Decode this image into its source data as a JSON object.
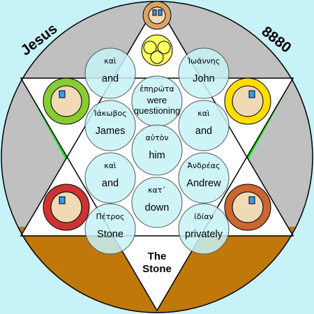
{
  "corner_labels": {
    "left": "Jesus",
    "right": "8880"
  },
  "bottom_label": {
    "line1": "The",
    "line2": "Stone"
  },
  "words": [
    {
      "greek": "καὶ",
      "english": "and"
    },
    {
      "greek": "Ἰωάννης",
      "english": "John"
    },
    {
      "greek": "ἐπηρώτα",
      "english": "were",
      "english2": "questioning"
    },
    {
      "greek": "Ἰάκωβος",
      "english": "James"
    },
    {
      "greek": "καὶ",
      "english": "and"
    },
    {
      "greek": "αὐτὸν",
      "english": "him"
    },
    {
      "greek": "καὶ",
      "english": "and"
    },
    {
      "greek": "Ἀνδρέας",
      "english": "Andrew"
    },
    {
      "greek": "κατ᾽",
      "english": "down"
    },
    {
      "greek": "Πέτρος",
      "english": "Stone"
    },
    {
      "greek": "ἰδίαν",
      "english": "privately"
    }
  ],
  "colors": {
    "sky": "#c7f2f7",
    "grey": "#c0c0c0",
    "green": "#00ee00",
    "ground": "#c0780a",
    "circle_fill": "#c7f2f7",
    "white": "#ffffff"
  }
}
